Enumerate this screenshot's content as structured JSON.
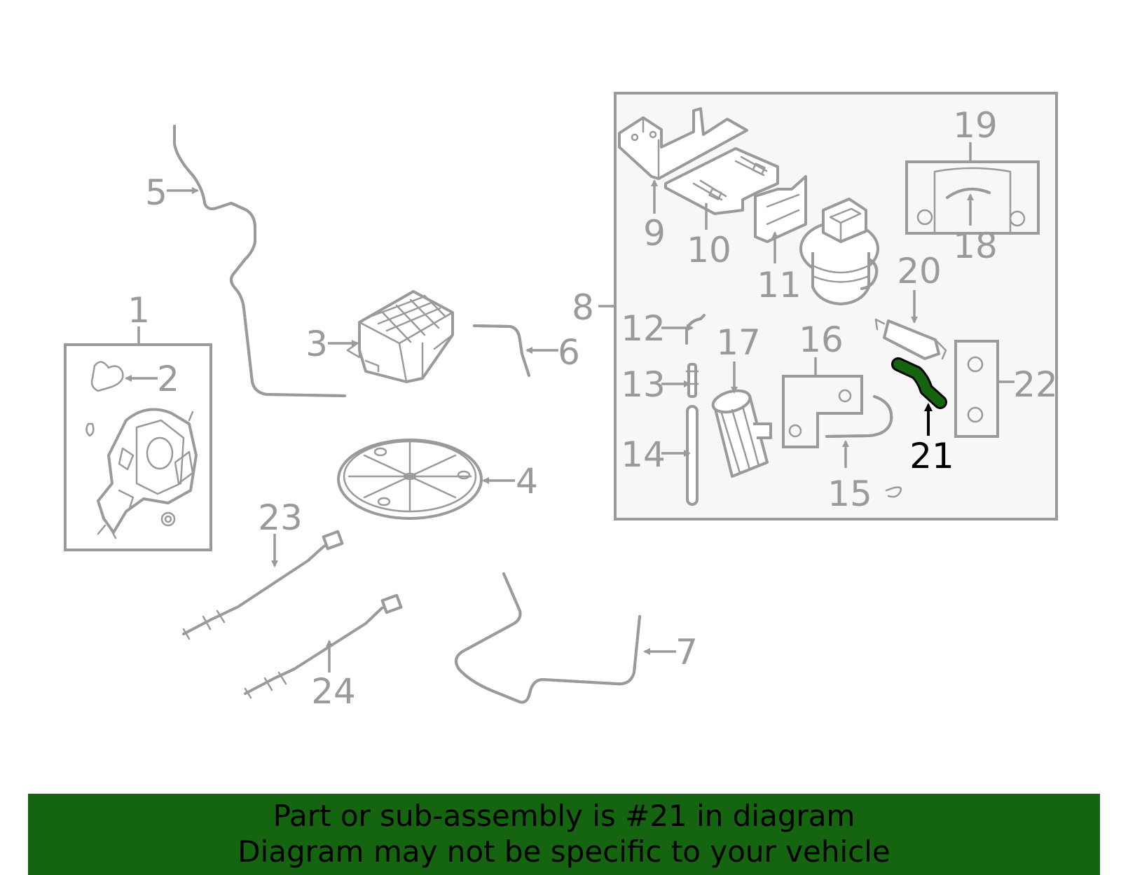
{
  "callouts": {
    "c1": "1",
    "c2": "2",
    "c3": "3",
    "c4": "4",
    "c5": "5",
    "c6": "6",
    "c7": "7",
    "c8": "8",
    "c9": "9",
    "c10": "10",
    "c11": "11",
    "c12": "12",
    "c13": "13",
    "c14": "14",
    "c15": "15",
    "c16": "16",
    "c17": "17",
    "c18": "18",
    "c19": "19",
    "c20": "20",
    "c21": "21",
    "c22": "22",
    "c23": "23",
    "c24": "24"
  },
  "colors": {
    "line": "#9a9a9a",
    "highlight_part": "#146410",
    "highlight_label": "#000000",
    "banner_bg": "#146410",
    "banner_text": "#000000",
    "box_bg": "#f7f7f7"
  },
  "highlighted_part": "21",
  "banner": {
    "line1": "Part or sub-assembly is #21 in diagram",
    "line2": "Diagram may not be specific to your vehicle"
  }
}
